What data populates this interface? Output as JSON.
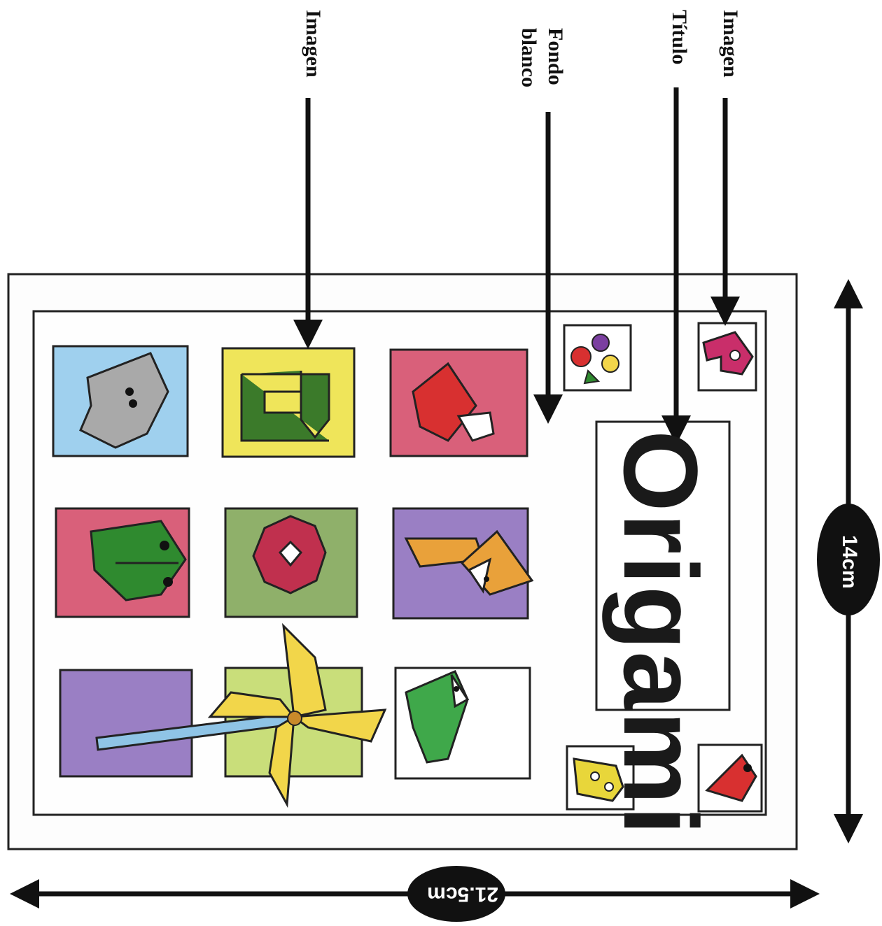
{
  "annotations": {
    "imagen_1": "Imagen",
    "fondo_blanco": "Fondo\nblanco",
    "titulo": "Título",
    "imagen_2": "Imagen"
  },
  "cover": {
    "title": "Origami"
  },
  "dimensions": {
    "height_label": "14cm",
    "width_label": "21.5cm"
  },
  "colors": {
    "ink": "#111111",
    "blue": "#9fd0ee",
    "yellow": "#efe55a",
    "pink": "#d9607a",
    "green": "#8fb06a",
    "purple": "#9a7fc4",
    "lime": "#c9de7a",
    "gray": "#a9a9a9",
    "origami_green": "#2f8a2f",
    "red": "#d83030",
    "orange": "#e9a13a",
    "magenta": "#c92e6a",
    "pinwheel_yellow": "#f2d64a"
  },
  "icons": [
    "elephant-icon",
    "letter-a-icon",
    "house-icon",
    "frog-icon",
    "rose-icon",
    "fox-icon",
    "pinwheel-icon",
    "bird-icon",
    "fruit-icon",
    "letter-p-icon",
    "letter-b-icon",
    "ladybug-icon"
  ]
}
